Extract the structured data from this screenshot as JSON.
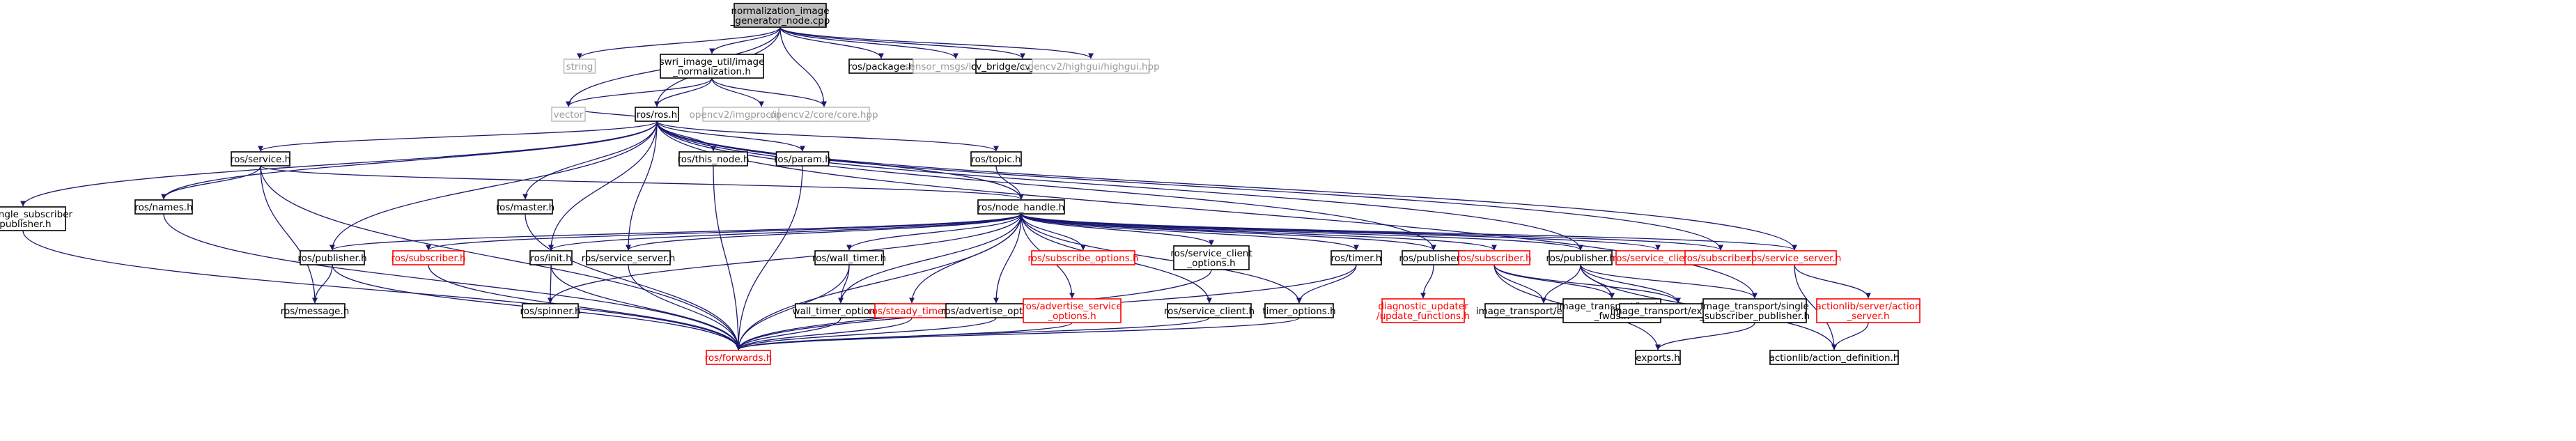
{
  "colors": {
    "edge": "#191970",
    "normal_border": "#000000",
    "normal_text": "#000000",
    "external_border": "#bfbfbf",
    "external_text": "#9a9a9a",
    "red_border": "#ff0000",
    "red_text": "#ff0000",
    "root_fill": "#bfbfbf"
  },
  "diagram": {
    "nodes": [
      {
        "id": "root",
        "lines": [
          "normalization_image",
          "_generator_node.cpp"
        ],
        "style": "root"
      },
      {
        "id": "string",
        "lines": [
          "string"
        ],
        "style": "external"
      },
      {
        "id": "swri",
        "lines": [
          "swri_image_util/image",
          "_normalization.h"
        ],
        "style": "normal"
      },
      {
        "id": "package",
        "lines": [
          "ros/package.h"
        ],
        "style": "normal"
      },
      {
        "id": "sensor",
        "lines": [
          "sensor_msgs/Image.h"
        ],
        "style": "external"
      },
      {
        "id": "cvbridge",
        "lines": [
          "cv_bridge/cv_bridge.h"
        ],
        "style": "normal"
      },
      {
        "id": "highgui",
        "lines": [
          "opencv2/highgui/highgui.hpp"
        ],
        "style": "external"
      },
      {
        "id": "vector",
        "lines": [
          "vector"
        ],
        "style": "external"
      },
      {
        "id": "ros",
        "lines": [
          "ros/ros.h"
        ],
        "style": "normal"
      },
      {
        "id": "imgproc",
        "lines": [
          "opencv2/imgproc/imgproc.hpp"
        ],
        "style": "external"
      },
      {
        "id": "core",
        "lines": [
          "opencv2/core/core.hpp"
        ],
        "style": "external"
      },
      {
        "id": "singlesub",
        "lines": [
          "ros/single_subscriber",
          "_publisher.h"
        ],
        "style": "normal"
      },
      {
        "id": "service",
        "lines": [
          "ros/service.h"
        ],
        "style": "normal"
      },
      {
        "id": "names",
        "lines": [
          "ros/names.h"
        ],
        "style": "normal"
      },
      {
        "id": "master",
        "lines": [
          "ros/master.h"
        ],
        "style": "normal"
      },
      {
        "id": "thisnode",
        "lines": [
          "ros/this_node.h"
        ],
        "style": "normal"
      },
      {
        "id": "param",
        "lines": [
          "ros/param.h"
        ],
        "style": "normal"
      },
      {
        "id": "topic",
        "lines": [
          "ros/topic.h"
        ],
        "style": "normal"
      },
      {
        "id": "nodehandle",
        "lines": [
          "ros/node_handle.h"
        ],
        "style": "normal"
      },
      {
        "id": "pub1",
        "lines": [
          "ros/publisher.h"
        ],
        "style": "normal"
      },
      {
        "id": "sub1",
        "lines": [
          "ros/subscriber.h"
        ],
        "style": "red"
      },
      {
        "id": "init",
        "lines": [
          "ros/init.h"
        ],
        "style": "normal"
      },
      {
        "id": "servsrv",
        "lines": [
          "ros/service_server.h"
        ],
        "style": "normal"
      },
      {
        "id": "walltimer",
        "lines": [
          "ros/wall_timer.h"
        ],
        "style": "normal"
      },
      {
        "id": "subopts",
        "lines": [
          "ros/subscribe_options.h"
        ],
        "style": "red"
      },
      {
        "id": "svcclientopts",
        "lines": [
          "ros/service_client",
          "_options.h"
        ],
        "style": "normal"
      },
      {
        "id": "timer",
        "lines": [
          "ros/timer.h"
        ],
        "style": "normal"
      },
      {
        "id": "pub2",
        "lines": [
          "ros/publisher.h"
        ],
        "style": "normal"
      },
      {
        "id": "sub2",
        "lines": [
          "ros/subscriber.h"
        ],
        "style": "red"
      },
      {
        "id": "pub3",
        "lines": [
          "ros/publisher.h"
        ],
        "style": "normal"
      },
      {
        "id": "svcclient",
        "lines": [
          "ros/service_client.h"
        ],
        "style": "red"
      },
      {
        "id": "sub3",
        "lines": [
          "ros/subscriber.h"
        ],
        "style": "red"
      },
      {
        "id": "servsrv2",
        "lines": [
          "ros/service_server.h"
        ],
        "style": "red"
      },
      {
        "id": "message",
        "lines": [
          "ros/message.h"
        ],
        "style": "normal"
      },
      {
        "id": "spinner",
        "lines": [
          "ros/spinner.h"
        ],
        "style": "normal"
      },
      {
        "id": "walltimeropts",
        "lines": [
          "wall_timer_options.h"
        ],
        "style": "normal"
      },
      {
        "id": "steadytimer",
        "lines": [
          "ros/steady_timer.h"
        ],
        "style": "red"
      },
      {
        "id": "advopts",
        "lines": [
          "ros/advertise_options.h"
        ],
        "style": "normal"
      },
      {
        "id": "advsvcopts",
        "lines": [
          "ros/advertise_service",
          "_options.h"
        ],
        "style": "red"
      },
      {
        "id": "svcclient2",
        "lines": [
          "ros/service_client.h"
        ],
        "style": "normal"
      },
      {
        "id": "timeropts",
        "lines": [
          "timer_options.h"
        ],
        "style": "normal"
      },
      {
        "id": "diag",
        "lines": [
          "diagnostic_updater",
          "/update_functions.h"
        ],
        "style": "red"
      },
      {
        "id": "itexc1",
        "lines": [
          "image_transport/exception.h"
        ],
        "style": "normal"
      },
      {
        "id": "itloader",
        "lines": [
          "image_transport/loader",
          "_fwds.h"
        ],
        "style": "normal"
      },
      {
        "id": "itexc2",
        "lines": [
          "image_transport/exception.h"
        ],
        "style": "normal"
      },
      {
        "id": "itsingle",
        "lines": [
          "image_transport/single",
          "_subscriber_publisher.h"
        ],
        "style": "normal"
      },
      {
        "id": "alserver",
        "lines": [
          "actionlib/server/action",
          "_server.h"
        ],
        "style": "red"
      },
      {
        "id": "forwards",
        "lines": [
          "ros/forwards.h"
        ],
        "style": "red"
      },
      {
        "id": "exports",
        "lines": [
          "exports.h"
        ],
        "style": "normal"
      },
      {
        "id": "aldef",
        "lines": [
          "actionlib/action_definition.h"
        ],
        "style": "normal"
      }
    ],
    "edges": [
      [
        "root",
        "string"
      ],
      [
        "root",
        "swri"
      ],
      [
        "root",
        "package"
      ],
      [
        "root",
        "sensor"
      ],
      [
        "root",
        "cvbridge"
      ],
      [
        "root",
        "highgui"
      ],
      [
        "root",
        "vector"
      ],
      [
        "root",
        "ros"
      ],
      [
        "root",
        "core"
      ],
      [
        "swri",
        "vector"
      ],
      [
        "swri",
        "ros"
      ],
      [
        "swri",
        "imgproc"
      ],
      [
        "swri",
        "core"
      ],
      [
        "ros",
        "vector"
      ],
      [
        "ros",
        "singlesub"
      ],
      [
        "ros",
        "service"
      ],
      [
        "ros",
        "names"
      ],
      [
        "ros",
        "master"
      ],
      [
        "ros",
        "thisnode"
      ],
      [
        "ros",
        "param"
      ],
      [
        "ros",
        "topic"
      ],
      [
        "ros",
        "nodehandle"
      ],
      [
        "ros",
        "pub1"
      ],
      [
        "ros",
        "init"
      ],
      [
        "ros",
        "servsrv"
      ],
      [
        "ros",
        "pub2"
      ],
      [
        "ros",
        "pub3"
      ],
      [
        "ros",
        "sub3"
      ],
      [
        "ros",
        "servsrv2"
      ],
      [
        "ros",
        "itsingle"
      ],
      [
        "service",
        "names"
      ],
      [
        "service",
        "nodehandle"
      ],
      [
        "service",
        "message"
      ],
      [
        "service",
        "forwards"
      ],
      [
        "topic",
        "nodehandle"
      ],
      [
        "nodehandle",
        "pub1"
      ],
      [
        "nodehandle",
        "sub1"
      ],
      [
        "nodehandle",
        "init"
      ],
      [
        "nodehandle",
        "servsrv"
      ],
      [
        "nodehandle",
        "walltimer"
      ],
      [
        "nodehandle",
        "subopts"
      ],
      [
        "nodehandle",
        "svcclientopts"
      ],
      [
        "nodehandle",
        "timer"
      ],
      [
        "nodehandle",
        "pub2"
      ],
      [
        "nodehandle",
        "sub2"
      ],
      [
        "nodehandle",
        "pub3"
      ],
      [
        "nodehandle",
        "svcclient"
      ],
      [
        "nodehandle",
        "sub3"
      ],
      [
        "nodehandle",
        "servsrv2"
      ],
      [
        "nodehandle",
        "spinner"
      ],
      [
        "nodehandle",
        "walltimeropts"
      ],
      [
        "nodehandle",
        "steadytimer"
      ],
      [
        "nodehandle",
        "advopts"
      ],
      [
        "nodehandle",
        "advsvcopts"
      ],
      [
        "nodehandle",
        "svcclient2"
      ],
      [
        "nodehandle",
        "timeropts"
      ],
      [
        "nodehandle",
        "forwards"
      ],
      [
        "singlesub",
        "forwards"
      ],
      [
        "names",
        "forwards"
      ],
      [
        "master",
        "forwards"
      ],
      [
        "thisnode",
        "forwards"
      ],
      [
        "param",
        "forwards"
      ],
      [
        "pub1",
        "message"
      ],
      [
        "pub1",
        "forwards"
      ],
      [
        "sub1",
        "forwards"
      ],
      [
        "init",
        "spinner"
      ],
      [
        "init",
        "forwards"
      ],
      [
        "servsrv",
        "forwards"
      ],
      [
        "walltimer",
        "walltimeropts"
      ],
      [
        "walltimer",
        "forwards"
      ],
      [
        "walltimeropts",
        "forwards"
      ],
      [
        "steadytimer",
        "forwards"
      ],
      [
        "advopts",
        "forwards"
      ],
      [
        "advsvcopts",
        "forwards"
      ],
      [
        "svcclientopts",
        "forwards"
      ],
      [
        "svcclient2",
        "forwards"
      ],
      [
        "timer",
        "timeropts"
      ],
      [
        "timer",
        "forwards"
      ],
      [
        "timeropts",
        "forwards"
      ],
      [
        "pub2",
        "diag"
      ],
      [
        "sub2",
        "itexc1"
      ],
      [
        "sub2",
        "itloader"
      ],
      [
        "sub2",
        "itexc2"
      ],
      [
        "sub2",
        "exports"
      ],
      [
        "pub3",
        "itexc1"
      ],
      [
        "pub3",
        "itloader"
      ],
      [
        "pub3",
        "itexc2"
      ],
      [
        "pub3",
        "itsingle"
      ],
      [
        "pub3",
        "aldef"
      ],
      [
        "servsrv2",
        "alserver"
      ],
      [
        "servsrv2",
        "aldef"
      ],
      [
        "alserver",
        "aldef"
      ],
      [
        "itsingle",
        "exports"
      ]
    ]
  }
}
